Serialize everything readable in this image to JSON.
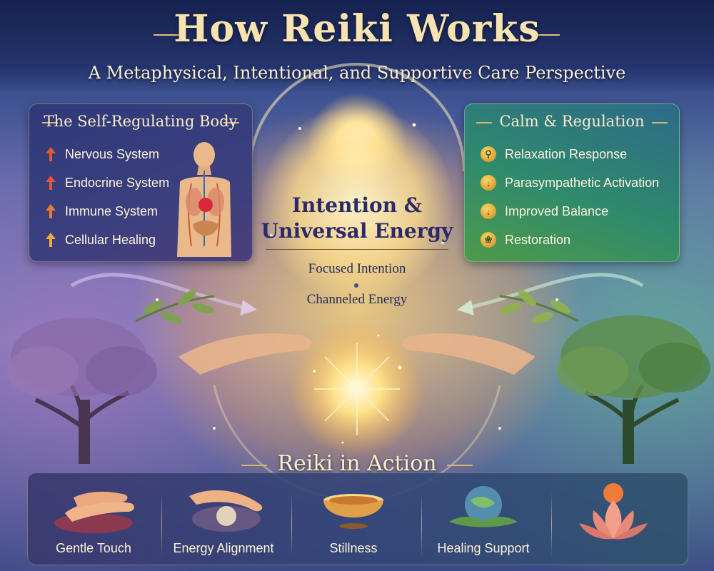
{
  "header": {
    "title": "How Reiki Works",
    "subtitle": "A Metaphysical, Intentional, and Supportive Care Perspective"
  },
  "left_panel": {
    "title": "The Self-Regulating Body",
    "items": [
      {
        "label": "Nervous System",
        "icon": "arrow-up-icon",
        "color": "#e05a3a"
      },
      {
        "label": "Endocrine System",
        "icon": "arrow-up-icon",
        "color": "#e0583c"
      },
      {
        "label": "Immune System",
        "icon": "arrow-up-icon",
        "color": "#ec7a34"
      },
      {
        "label": "Cellular Healing",
        "icon": "arrow-up-icon",
        "color": "#f3a83a"
      }
    ]
  },
  "right_panel": {
    "title": "Calm & Regulation",
    "items": [
      {
        "label": "Relaxation Response",
        "icon": "key-icon"
      },
      {
        "label": "Parasympathetic Activation",
        "icon": "arrow-down-icon"
      },
      {
        "label": "Improved Balance",
        "icon": "arrow-down-icon"
      },
      {
        "label": "Restoration",
        "icon": "leaf-icon"
      }
    ]
  },
  "center": {
    "title_line1": "Intention &",
    "title_line2": "Universal Energy",
    "sub1": "Focused Intention",
    "sub2": "Channeled Energy"
  },
  "action": {
    "title": "Reiki in Action",
    "items": [
      {
        "label": "Gentle Touch",
        "icon": "hands-icon"
      },
      {
        "label": "Energy Alignment",
        "icon": "hand-icon"
      },
      {
        "label": "Stillness",
        "icon": "bowl-icon"
      },
      {
        "label": "Healing Support",
        "icon": "globe-icon"
      },
      {
        "label": "",
        "icon": "lotus-icon"
      }
    ]
  },
  "colors": {
    "gold": "#e0bf78",
    "cream": "#fbf0d8",
    "navy": "#1f2b5e"
  }
}
